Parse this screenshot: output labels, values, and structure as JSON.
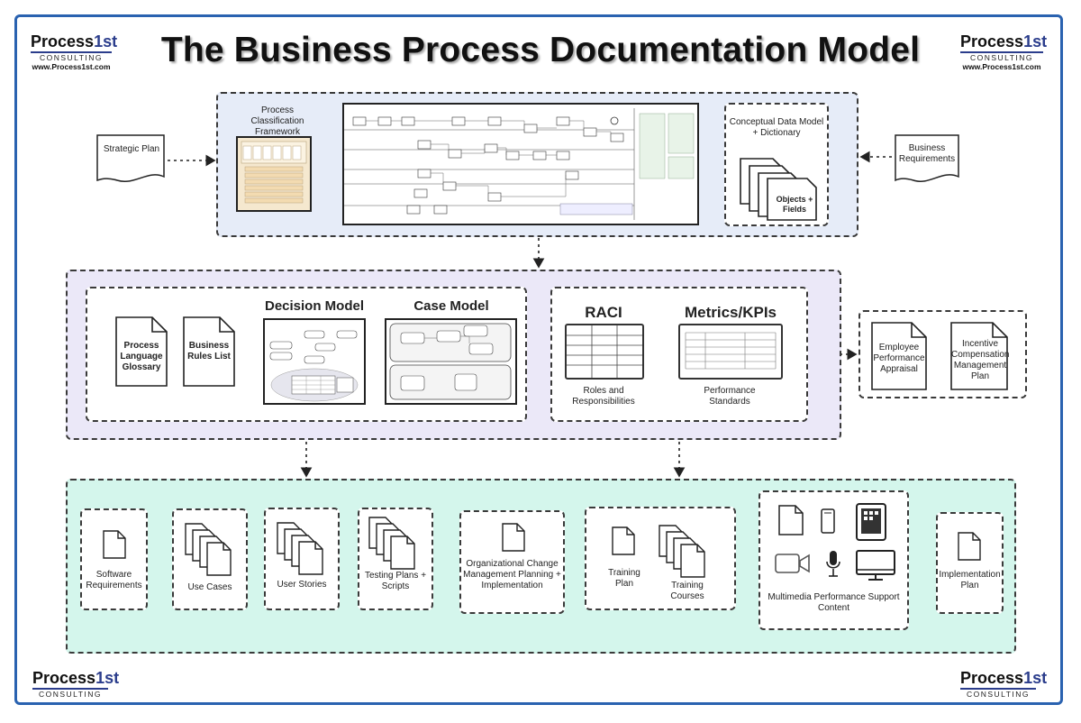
{
  "title": "The Business Process Documentation Model",
  "logo": {
    "name_a": "Process",
    "name_b": "1st",
    "sub": "CONSULTING",
    "url": "www.Process1st.com"
  },
  "top": {
    "strategic_plan": "Strategic Plan",
    "business_requirements": "Business Requirements",
    "pcf_label": "Process Classification Framework",
    "conceptual_label": "Conceptual Data Model + Dictionary",
    "objects_fields": "Objects + Fields"
  },
  "middle": {
    "process_language_glossary": "Process Language Glossary",
    "business_rules_list": "Business Rules List",
    "decision_model": "Decision Model",
    "case_model": "Case Model",
    "raci": "RACI",
    "roles_responsibilities": "Roles and Responsibilities",
    "metrics_kpis": "Metrics/KPIs",
    "performance_standards": "Performance Standards",
    "employee_appraisal": "Employee Performance Appraisal",
    "incentive_plan": "Incentive Compensation Management Plan"
  },
  "bottom": {
    "software_requirements": "Software Requirements",
    "use_cases": "Use Cases",
    "user_stories": "User Stories",
    "testing": "Testing Plans + Scripts",
    "org_change": "Organizational Change Management Planning + Implementation",
    "training_plan": "Training Plan",
    "training_courses": "Training Courses",
    "multimedia": "Multimedia Performance Support Content",
    "implementation_plan": "Implementation Plan"
  },
  "colors": {
    "frame": "#2a62b0",
    "top_band": "#e6ecf8",
    "mid_band": "#ebe8f8",
    "bottom_band": "#d4f6ec"
  }
}
